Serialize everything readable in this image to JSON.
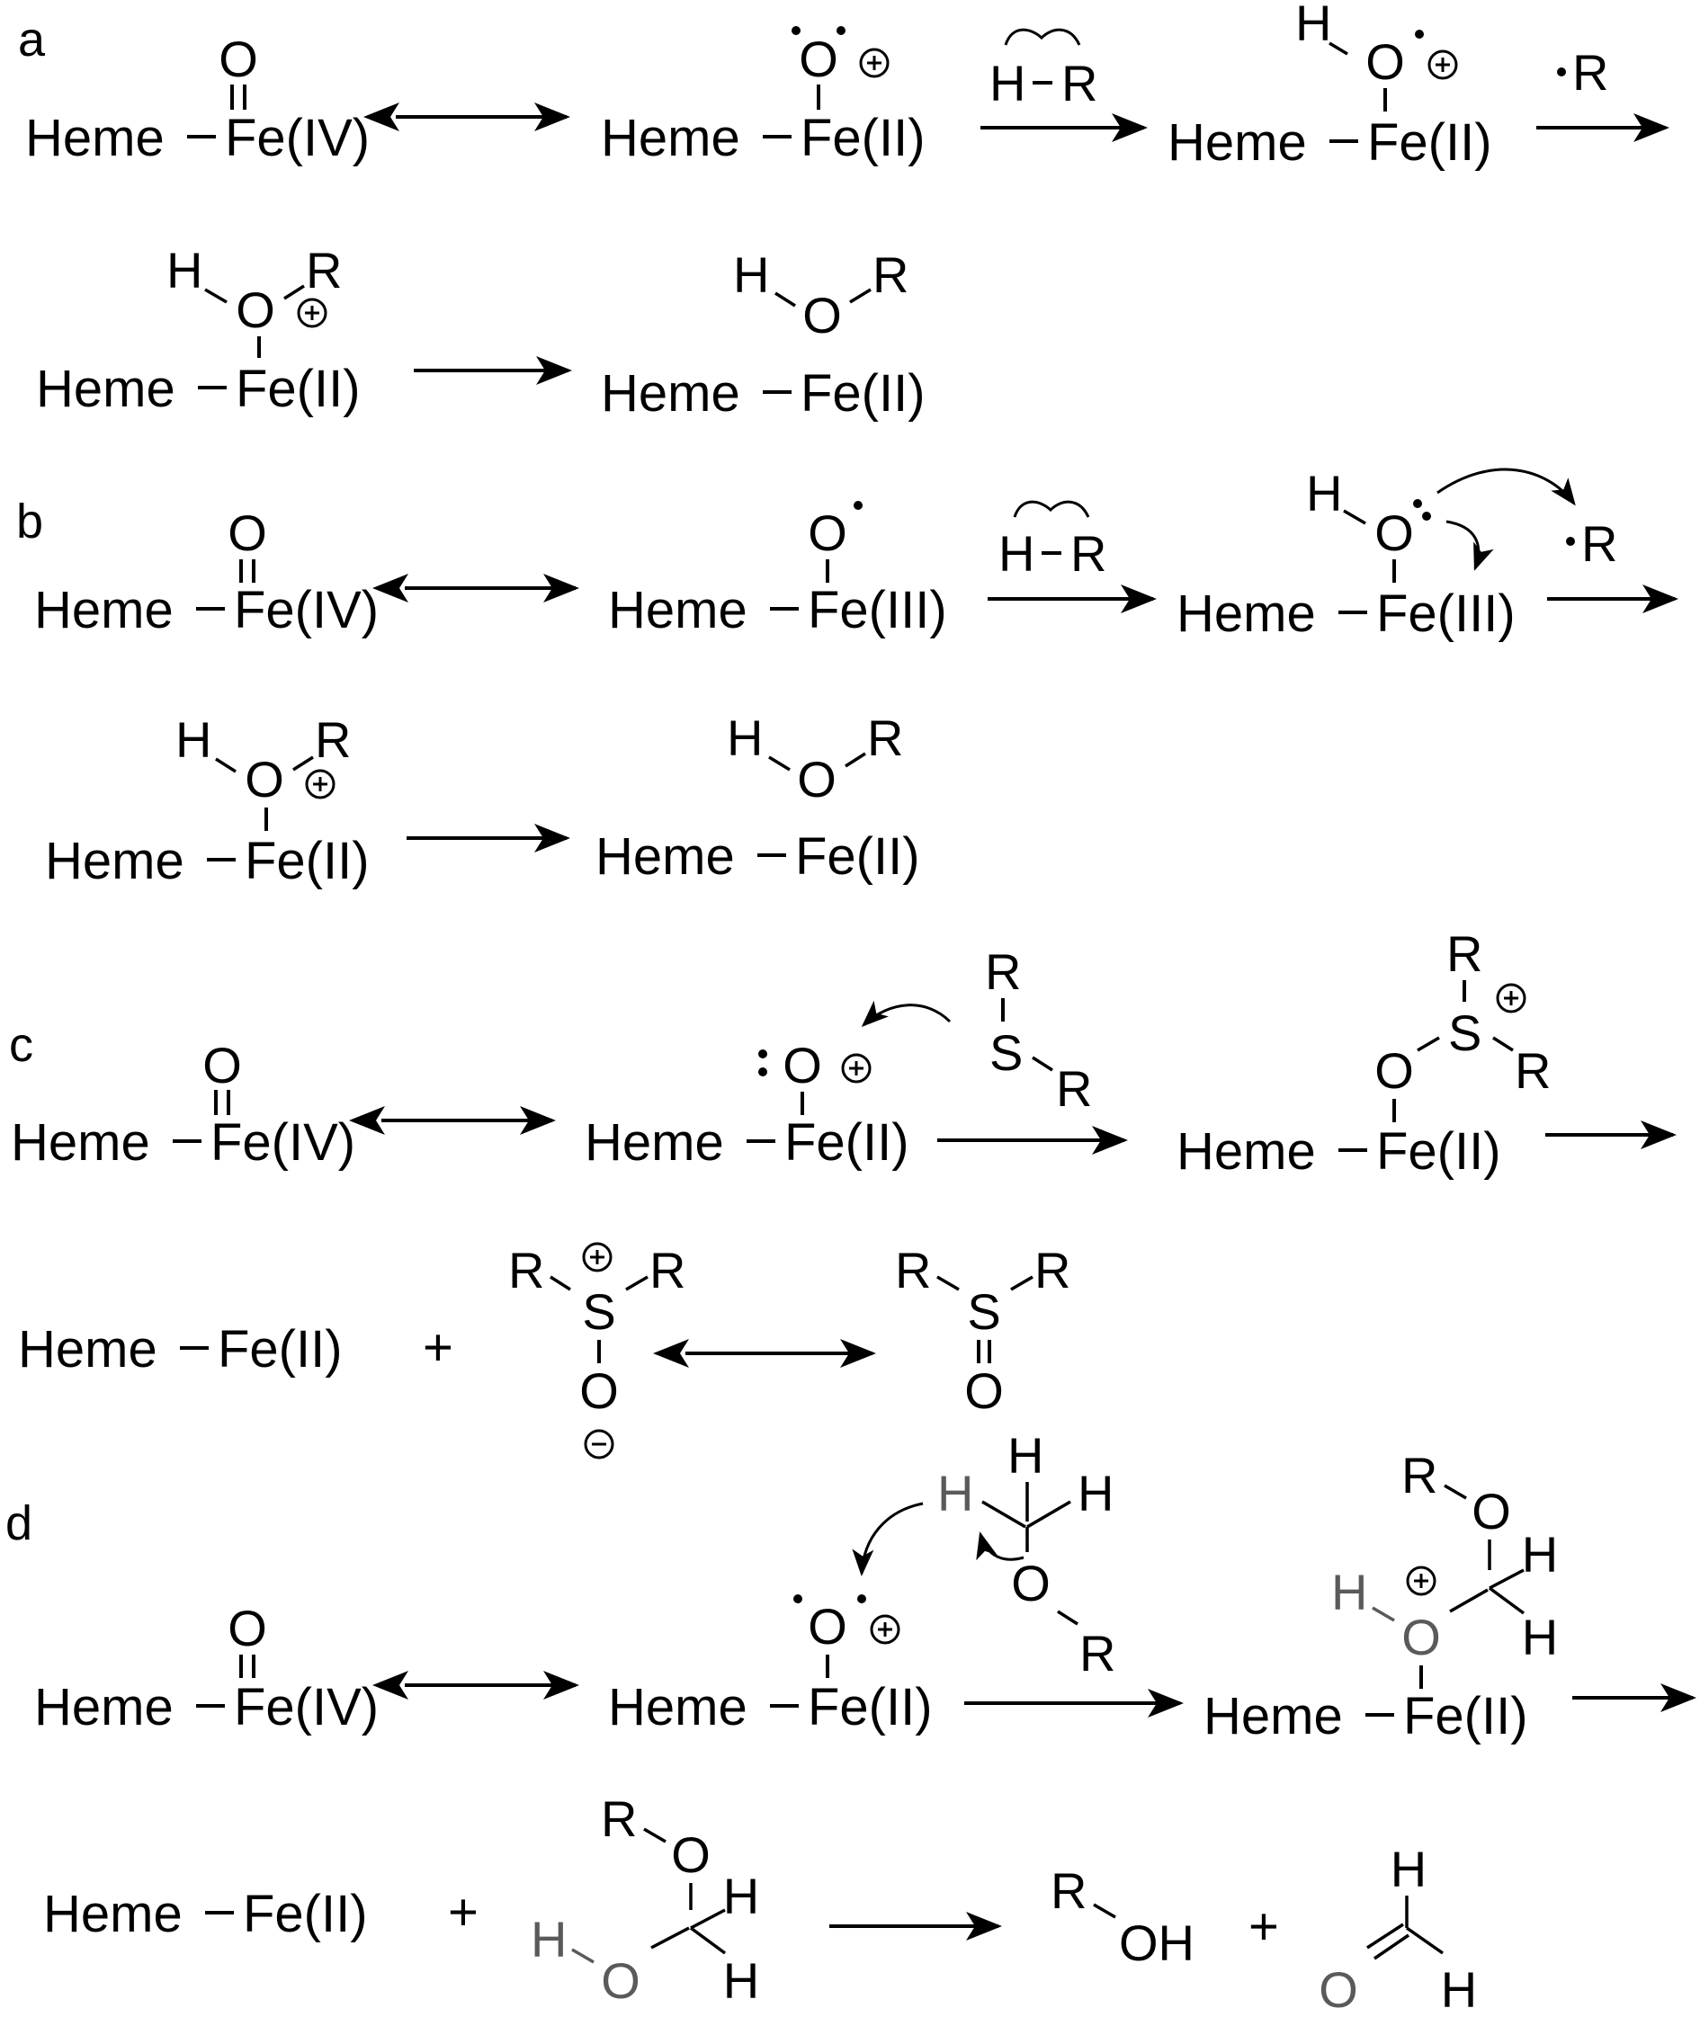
{
  "panels": {
    "a": {
      "label": "a",
      "row1": [
        "Heme",
        "Fe(IV)",
        "O",
        "Heme",
        "Fe(II)",
        "O",
        "H",
        "R",
        "H",
        "O",
        "Heme",
        "Fe(II)",
        "R"
      ],
      "row2": [
        "H",
        "R",
        "O",
        "Heme",
        "Fe(II)",
        "H",
        "O",
        "R",
        "Heme",
        "Fe(II)"
      ]
    },
    "b": {
      "label": "b",
      "row1": [
        "Heme",
        "Fe(IV)",
        "O",
        "Heme",
        "Fe(III)",
        "O",
        "H",
        "R",
        "H",
        "O",
        "Heme",
        "Fe(III)",
        "R"
      ],
      "row2": [
        "H",
        "R",
        "O",
        "Heme",
        "Fe(II)",
        "H",
        "O",
        "R",
        "Heme",
        "Fe(II)"
      ]
    },
    "c": {
      "label": "c",
      "row1": [
        "Heme",
        "Fe(IV)",
        "O",
        "Heme",
        "Fe(II)",
        "O",
        "R",
        "S",
        "R",
        "R",
        "S",
        "R",
        "O",
        "Heme",
        "Fe(II)"
      ],
      "row2": [
        "Heme",
        "Fe(II)",
        "+",
        "R",
        "S",
        "R",
        "O",
        "R",
        "S",
        "R",
        "O"
      ]
    },
    "d": {
      "label": "d",
      "row1": [
        "Heme",
        "Fe(IV)",
        "O",
        "Heme",
        "Fe(II)",
        "O",
        "H",
        "H",
        "H",
        "O",
        "R",
        "R",
        "O",
        "H",
        "H",
        "H",
        "O",
        "Heme",
        "Fe(II)"
      ],
      "row2": [
        "Heme",
        "Fe(II)",
        "+",
        "R",
        "O",
        "H",
        "H",
        "O",
        "H",
        "R",
        "OH",
        "+",
        "H",
        "O",
        "H"
      ]
    }
  },
  "colors": {
    "ink": "#000000",
    "gray_atom": "#5a5a5a",
    "background": "#ffffff"
  }
}
